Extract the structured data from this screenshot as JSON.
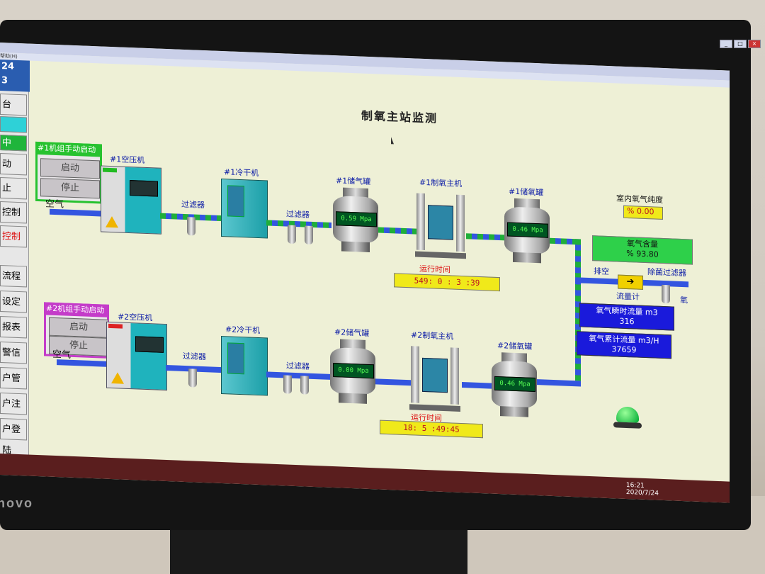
{
  "app": {
    "title": "制氧主站监测",
    "titlebar_text": "帮助(H)"
  },
  "left_panel": {
    "header_lines": [
      "24",
      "3"
    ],
    "items": [
      "台",
      "",
      "中",
      "动",
      "止",
      "控制",
      "控制",
      "流程",
      "设定",
      "报表",
      "警信息",
      "户管理",
      "户注销",
      "户登陆"
    ]
  },
  "group1": {
    "title": "#1机组手动启动",
    "start": "启动",
    "stop": "停止",
    "accent": "#27c22f"
  },
  "group2": {
    "title": "#2机组手动启动",
    "start": "启动",
    "stop": "停止",
    "accent": "#c43cc9"
  },
  "line1": {
    "air": "空气",
    "compressor": "#1空压机",
    "filter": "过滤器",
    "dryer": "#1冷干机",
    "filter2": "过滤器",
    "tank": "#1储气罐",
    "tank_pressure": "0.59 Mpa",
    "o2_host": "#1制氧主机",
    "runtime_label": "运行时间",
    "runtime": "549: 0 : 3 :39",
    "o2_tank": "#1储氧罐",
    "o2_tank_pressure": "0.46 Mpa"
  },
  "line2": {
    "air": "空气",
    "compressor": "#2空压机",
    "filter": "过滤器",
    "dryer": "#2冷干机",
    "filter2": "过滤器",
    "tank": "#2储气罐",
    "tank_pressure": "0.00 Mpa",
    "o2_host": "#2制氧主机",
    "runtime_label": "运行时间",
    "runtime": "18: 5 :49:45",
    "o2_tank": "#2储氧罐",
    "o2_tank_pressure": "0.46 Mpa"
  },
  "right": {
    "room_purity_label": "室内氧气纯度",
    "room_purity": "% 0.00",
    "o2_content_label": "氧气含量",
    "o2_content": "% 93.80",
    "vent": "排空",
    "flowmeter": "流量计",
    "sterile_filter": "除菌过滤器",
    "o2_out": "氧",
    "inst_flow_label": "氧气瞬时流量 m3",
    "inst_flow": "316",
    "total_flow_label": "氧气累计流量 m3/H",
    "total_flow": "37659"
  },
  "taskbar": {
    "time": "16:21",
    "date": "2020/7/24"
  },
  "monitor": {
    "brand": "novo"
  }
}
